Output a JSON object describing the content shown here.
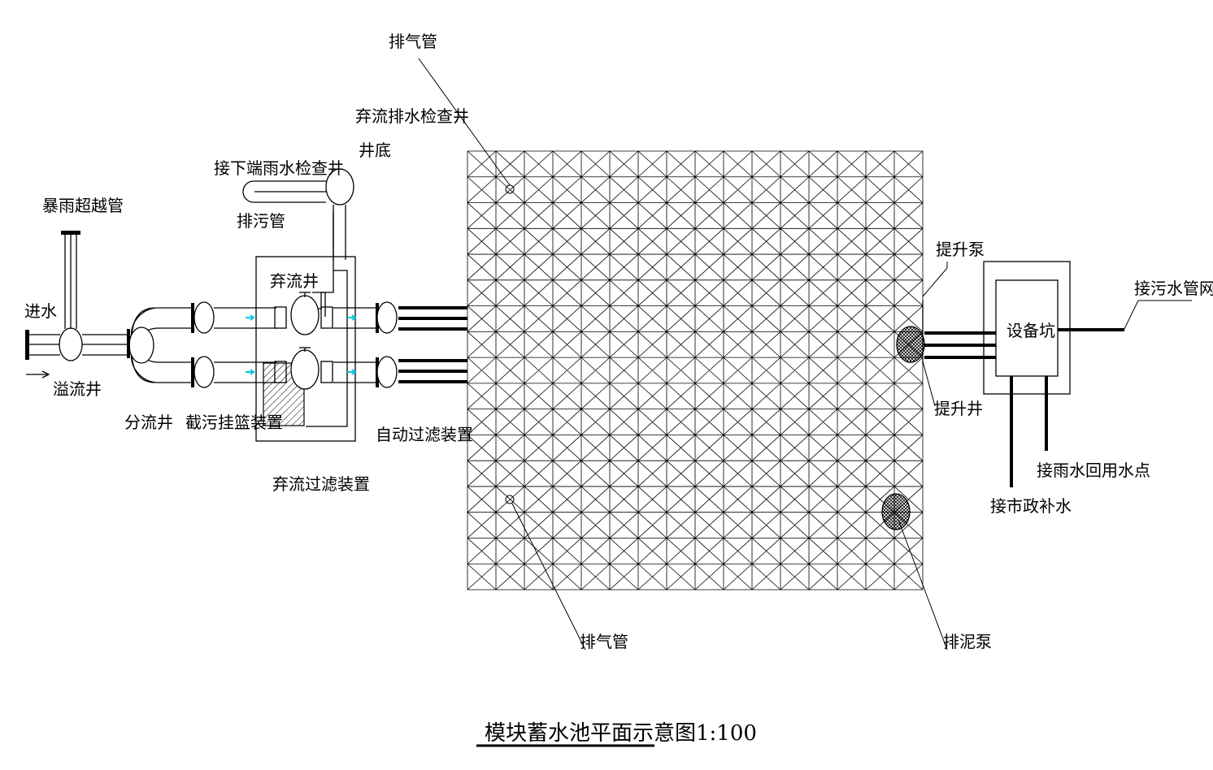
{
  "title": "模块蓄水池平面示意图1:100",
  "colors": {
    "line": "#000000",
    "flow_arrow": "#00c8e6",
    "background": "#ffffff"
  },
  "labels": {
    "vent_pipe_top": "排气管",
    "vent_pipe_bottom": "排气管",
    "discard_inspection_well": "弃流排水检查井",
    "well_bottom": "井底",
    "connect_downstream_rain_well": "接下端雨水检查井",
    "sewage_pipe": "排污管",
    "storm_overflow_pipe": "暴雨超越管",
    "inlet": "进水",
    "overflow_well": "溢流井",
    "diversion_well": "分流井",
    "basket_device": "截污挂篮装置",
    "discard_well": "弃流井",
    "discard_filter_device": "弃流过滤装置",
    "auto_filter_device": "自动过滤装置",
    "lift_pump": "提升泵",
    "lift_well": "提升井",
    "equipment_pit": "设备坑",
    "connect_sewer_network": "接污水管网",
    "connect_rain_reuse": "接雨水回用水点",
    "connect_municipal_water": "接市政补水",
    "sludge_pump": "排泥泵"
  }
}
